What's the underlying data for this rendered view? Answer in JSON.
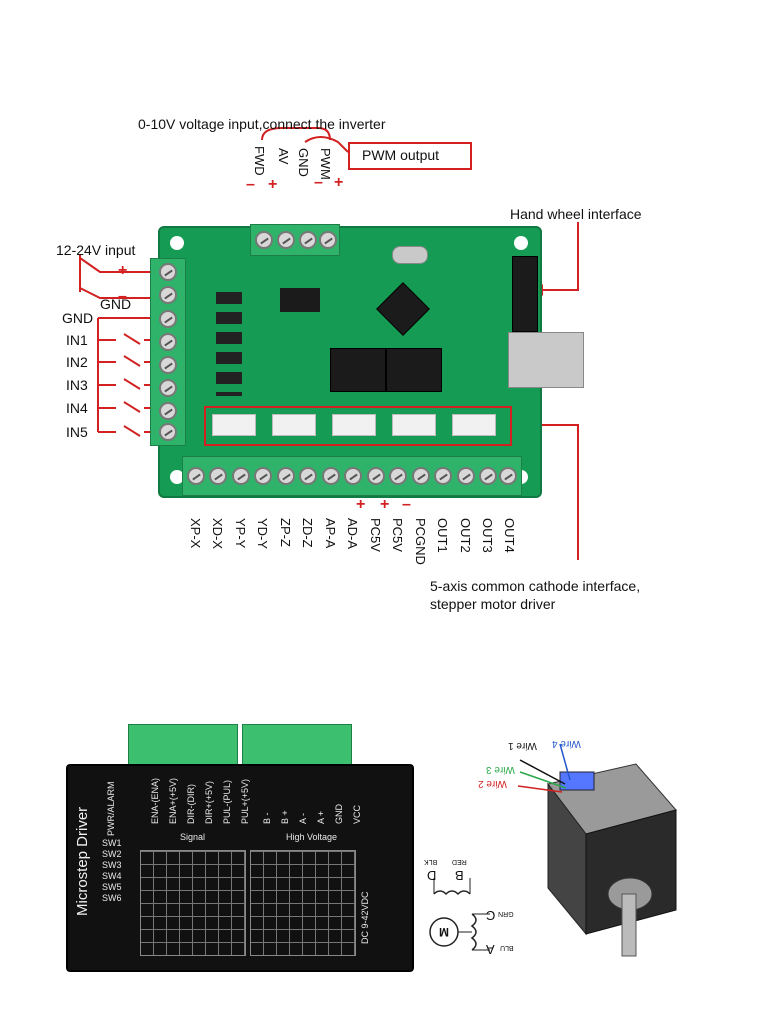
{
  "top": {
    "voltage_input": "0-10V voltage input,connect the inverter",
    "pwm_output": "PWM output",
    "top_pins": [
      "FWD",
      "AV",
      "GND",
      "PWM"
    ],
    "hand_wheel": "Hand wheel interface",
    "power_input": "12-24V input",
    "power_gnd": "GND",
    "inputs": [
      "GND",
      "IN1",
      "IN2",
      "IN3",
      "IN4",
      "IN5"
    ],
    "bottom_pins": [
      "XP-X",
      "XD-X",
      "YP-Y",
      "YD-Y",
      "ZP-Z",
      "ZD-Z",
      "AP-A",
      "AD-A",
      "PC5V",
      "PC5V",
      "PCGND",
      "OUT1",
      "OUT2",
      "OUT3",
      "OUT4"
    ],
    "caption_line1": "5-axis common cathode interface,",
    "caption_line2": "stepper motor driver",
    "plus": "+",
    "minus": "–"
  },
  "driver": {
    "title": "Microstep Driver",
    "pwr_alarm": "PWR/ALARM",
    "signal_pins": [
      "ENA-(ENA)",
      "ENA+(+5V)",
      "DIR-(DIR)",
      "DIR+(+5V)",
      "PUL-(PUL)",
      "PUL+(+5V)"
    ],
    "hv_pins": [
      "B -",
      "B +",
      "A -",
      "A +",
      "GND",
      "VCC"
    ],
    "signal_label": "Signal",
    "hv_label": "High Voltage",
    "switches": [
      "SW1",
      "SW2",
      "SW3",
      "SW4",
      "SW5",
      "SW6"
    ],
    "dc_range": "DC 9-42VDC"
  },
  "motor": {
    "wires": [
      "Wire 1",
      "Wire 2",
      "Wire 3",
      "Wire 4"
    ],
    "schematic": [
      "BLK",
      "RED",
      "D",
      "B",
      "GRN",
      "BLU",
      "C",
      "A",
      "M"
    ]
  },
  "colors": {
    "pcb": "#169b55",
    "accent": "#d32020",
    "wire3": "#2aa84a",
    "wire4": "#2255cc"
  }
}
